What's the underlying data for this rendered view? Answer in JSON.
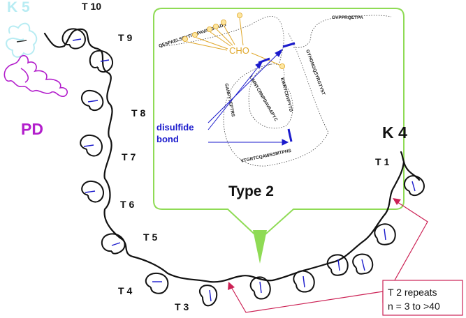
{
  "kringle_5": {
    "label": "K 5",
    "color": "#b8ecf3"
  },
  "protease_domain": {
    "label": "PD",
    "color": "#b31fcc"
  },
  "kringle_4": {
    "label": "K 4"
  },
  "kringle_labels": [
    "T 10",
    "T 9",
    "T 8",
    "T 7",
    "T 6",
    "T 5",
    "T 4",
    "T 3",
    "T 1"
  ],
  "inset": {
    "title": "Type 2",
    "border_color": "#8fdb55",
    "glycosylation_label": "CHO",
    "glycosylation_color": "#e0a72a",
    "disulfide_label_line1": "disulfide",
    "disulfide_label_line2": "bond",
    "disulfide_color": "#1a1acc",
    "sequence_top_left": "QESPAELSPVTITPPAVATGEADS",
    "sequence_top_right": "GVPPRQETPA",
    "sequence_right": "GYHGNGQSYRGTYST",
    "sequence_bottom": "VTGRTCQAWSSMTPHS",
    "sequence_inner": "LIMNYCRNPDAVAAPYC",
    "sequence_left": "GANPYTEPTRS",
    "sequence_center": "EWRYCDVPYTD"
  },
  "repeat_callout": {
    "line1": "T 2 repeats",
    "line2": "n = 3 to >40",
    "color": "#cc2255"
  }
}
